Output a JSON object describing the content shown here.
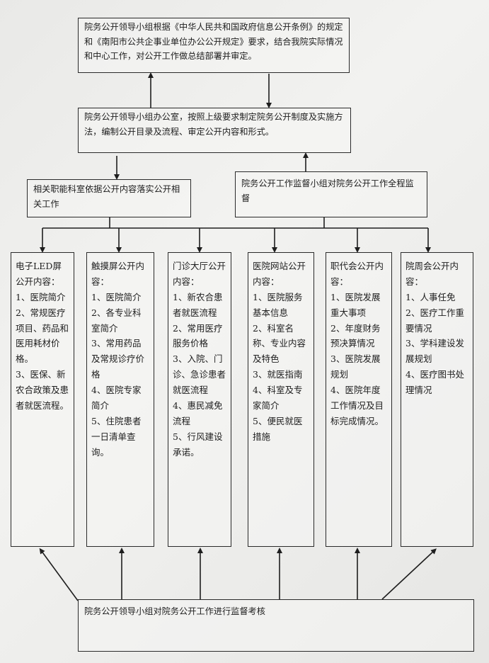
{
  "top_box": "院务公开领导小组根据《中华人民共和国政府信息公开条例》的规定和《南阳市公共企事业单位办公公开规定》要求，结合我院实际情况和中心工作，对公开工作做总结部署并审定。",
  "office_box": "院务公开领导小组办公室，按照上级要求制定院务公开制度及实施方法，编制公开目录及流程、审定公开内容和形式。",
  "dept_box": "相关职能科室依据公开内容落实公开相关工作",
  "supervise_box": "院务公开工作监督小组对院务公开工作全程监督",
  "columns": [
    {
      "title": "电子LED屏公开内容：",
      "items": [
        "1、医院简介",
        "2、常规医疗项目、药品和医用耗材价格。",
        "3、医保、新农合政策及患者就医流程。"
      ]
    },
    {
      "title": "触摸屏公开内容：",
      "items": [
        "1、医院简介",
        "2、各专业科室简介",
        "3、常用药品及常规诊疗价格",
        "4、医院专家简介",
        "5、住院患者一日清单查询。"
      ]
    },
    {
      "title": "门诊大厅公开内容：",
      "items": [
        "1、新农合患者就医流程",
        "2、常用医疗服务价格",
        "3、入院、门诊、急诊患者就医流程",
        "4、惠民减免流程",
        "5、行风建设承诺。"
      ]
    },
    {
      "title": "医院网站公开内容：",
      "items": [
        "1、医院服务基本信息",
        "2、科室名称、专业内容及特色",
        "3、就医指南",
        "4、科室及专家简介",
        "5、便民就医措施"
      ]
    },
    {
      "title": "职代会公开内容：",
      "items": [
        "1、医院发展重大事项",
        "2、年度财务预决算情况",
        "3、医院发展规划",
        "4、医院年度工作情况及目标完成情况。"
      ]
    },
    {
      "title": "院周会公开内容：",
      "items": [
        "1、人事任免",
        "2、医疗工作重要情况",
        "3、学科建设发展规划",
        "4、医疗图书处理情况"
      ]
    }
  ],
  "bottom_box": "院务公开领导小组对院务公开工作进行监督考核"
}
